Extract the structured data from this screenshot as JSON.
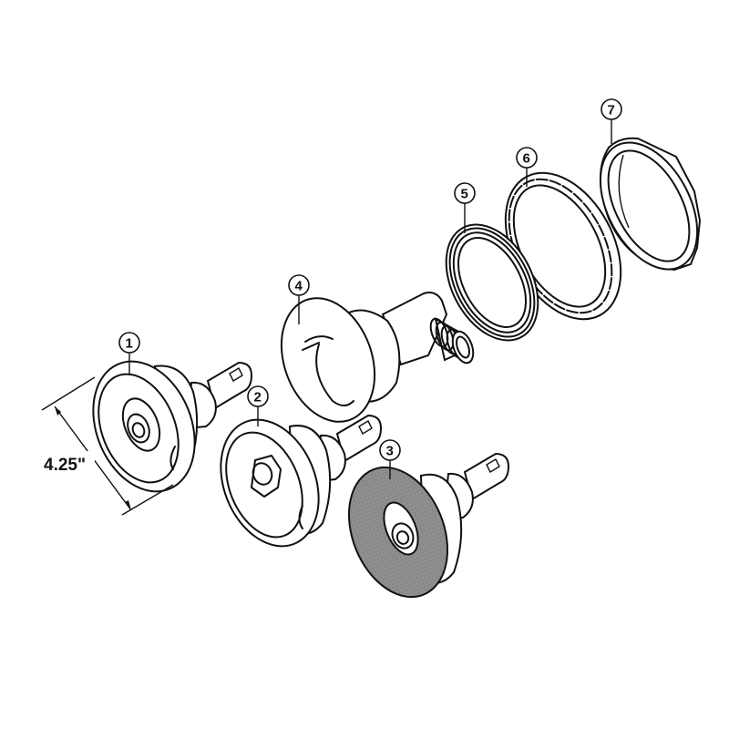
{
  "diagram": {
    "type": "exploded-parts-diagram",
    "subject": "spa jet assembly",
    "dimension": {
      "label": "4.25\"",
      "applies_to_part": 1
    },
    "colors": {
      "line": "#111111",
      "background": "#ffffff",
      "part3_face": "#8c8c8c"
    },
    "callouts": [
      {
        "number": "1",
        "part": "jet-insert-1"
      },
      {
        "number": "2",
        "part": "jet-insert-2"
      },
      {
        "number": "3",
        "part": "jet-insert-3-textured-face"
      },
      {
        "number": "4",
        "part": "jet-body-with-barb"
      },
      {
        "number": "5",
        "part": "gasket-ring"
      },
      {
        "number": "6",
        "part": "slotted-ring"
      },
      {
        "number": "7",
        "part": "nut-ring"
      }
    ]
  }
}
